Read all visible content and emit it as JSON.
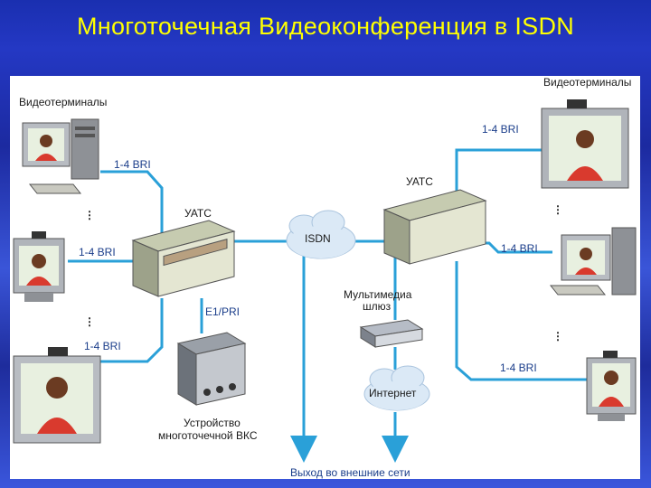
{
  "title": "Многоточечная Видеоконференция в ISDN",
  "diagram": {
    "left_terminals_label": "Видеотерминалы",
    "right_terminals_label": "Видеотерминалы",
    "left_pbx_label": "УАТС",
    "right_pbx_label": "УАТС",
    "isdn_cloud_label": "ISDN",
    "internet_cloud_label": "Интернет",
    "link_bri": "1-4 BRI",
    "link_e1": "E1/PRI",
    "gateway_label_line1": "Мультимедиа",
    "gateway_label_line2": "шлюз",
    "mcu_label_line1": "Устройство",
    "mcu_label_line2": "многоточечной ВКС",
    "external_exit_label": "Выход во внешние сети"
  },
  "colors": {
    "background": "#2438c4",
    "title": "#ffff00",
    "wire": "#2aa0d8"
  }
}
